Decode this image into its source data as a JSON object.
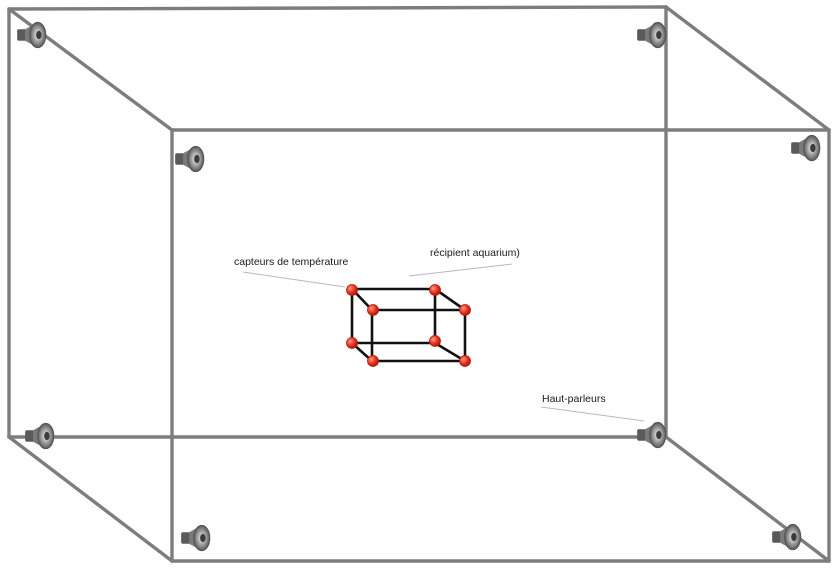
{
  "labels": {
    "sensors": "capteurs de température",
    "tank": "récipient aquarium)",
    "speakers": "Haut-parleurs"
  },
  "icons": {
    "speaker": "speaker-icon",
    "sensor": "sensor-dot-icon"
  },
  "colors": {
    "room_edges": "#7d7d7d",
    "tank_edges": "#111111",
    "sensor": "#e8321f",
    "speaker_body": "#6b6b6b",
    "leader_line": "#b9b9b9"
  },
  "counts": {
    "speakers": 8,
    "sensors": 8
  }
}
